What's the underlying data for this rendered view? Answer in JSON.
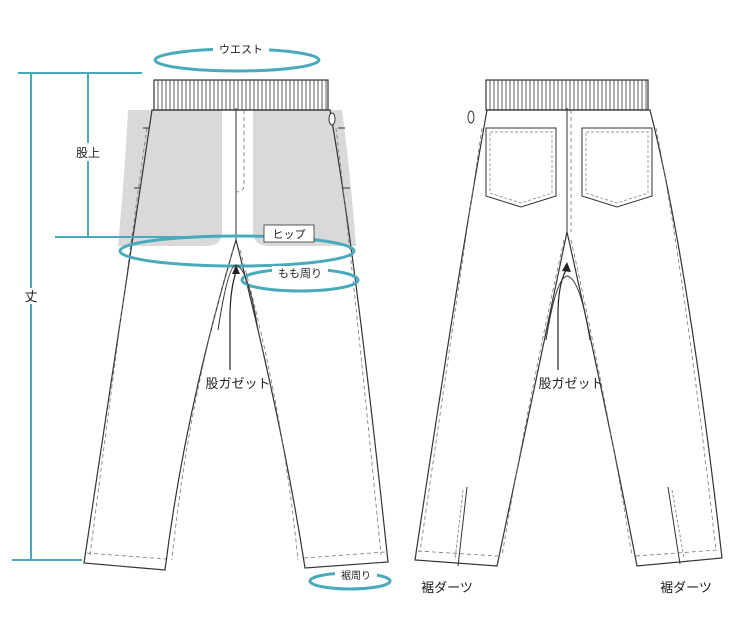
{
  "labels": {
    "waist": "ウエスト",
    "rise": "股上",
    "length": "丈",
    "hip": "ヒップ",
    "thigh": "もも周り",
    "gusset_front": "股ガゼット",
    "gusset_back": "股ガゼット",
    "hem": "裾周り",
    "hem_dart_left": "裾ダーツ",
    "hem_dart_right": "裾ダーツ"
  },
  "colors": {
    "measure": "#4aaabb",
    "outline": "#333333",
    "shade": "#d9d9d9"
  }
}
